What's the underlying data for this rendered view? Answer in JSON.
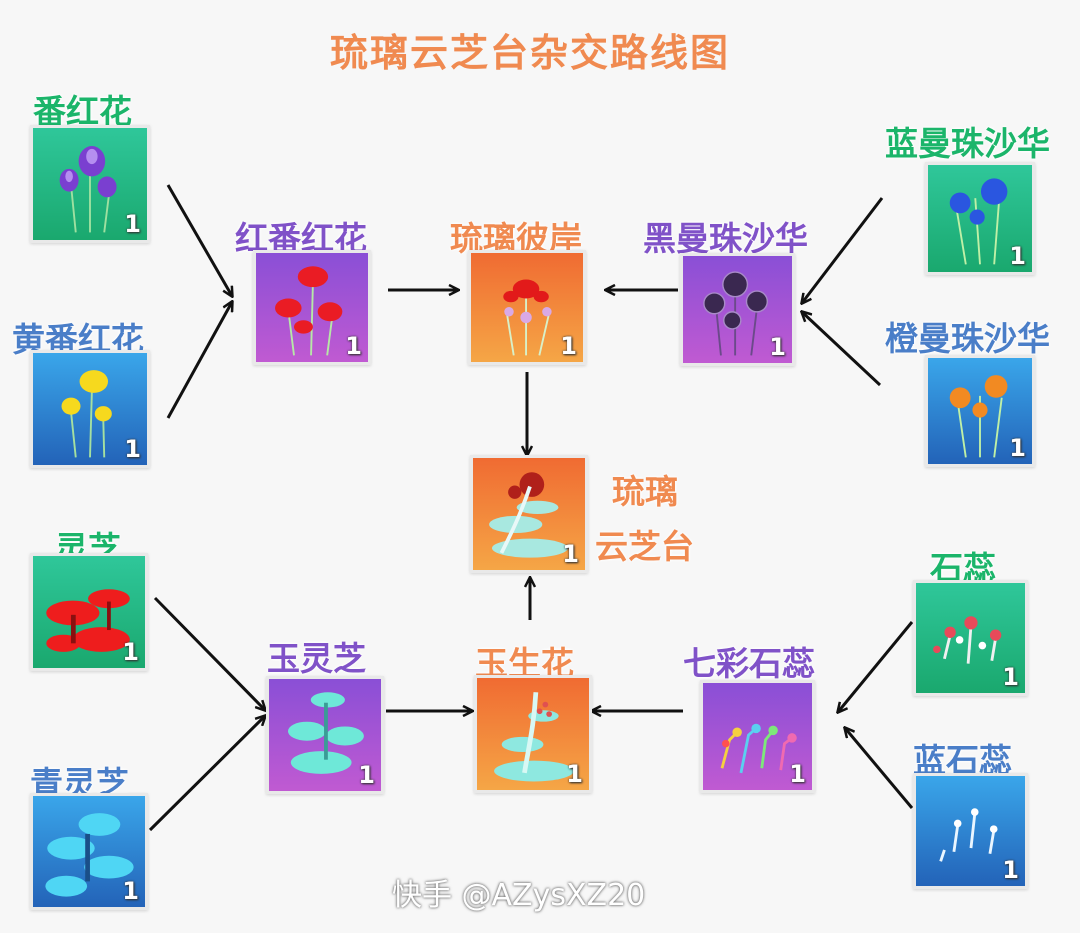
{
  "title": "琉璃云芝台杂交路线图",
  "watermark": "快手 @AZysXZ20",
  "quantity": "1",
  "nodes": {
    "crocus": "番红花",
    "yellow_crocus": "黄番红花",
    "red_crocus": "红番红花",
    "liuli_bian": "琉璃彼岸",
    "black_spider_lily": "黑曼珠沙华",
    "blue_spider_lily": "蓝曼珠沙华",
    "orange_spider_lily": "橙曼珠沙华",
    "liuli_line1": "琉璃",
    "liuli_line2": "云芝台",
    "lingzhi": "灵芝",
    "blue_lingzhi": "青灵芝",
    "jade_lingzhi": "玉灵芝",
    "yusheng_flower": "玉生花",
    "rainbow_stone_pistil": "七彩石蕊",
    "stone_pistil": "石蕊",
    "blue_stone_pistil": "蓝石蕊"
  },
  "colors": {
    "title": "#f08a50",
    "seed_label": "#1bb56a",
    "blue_label": "#4a7ec8",
    "hybrid_label": "#8052c8",
    "result_label": "#f08a50"
  }
}
